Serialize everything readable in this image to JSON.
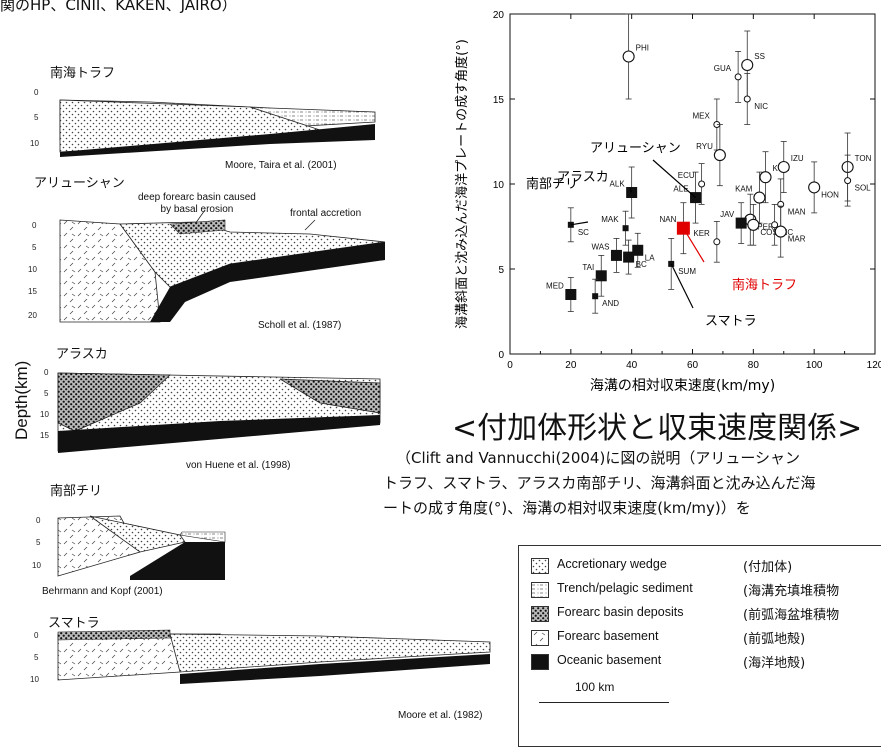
{
  "header_fragment": "関のHP、CINII、KAKEN、JAIRO）",
  "sections": {
    "nankai": {
      "title": "南海トラフ",
      "citation": "Moore, Taira et al. (2001)",
      "ticks": [
        "0",
        "5",
        "10"
      ]
    },
    "aleutian": {
      "title": "アリューシャン",
      "citation": "Scholl et al. (1987)",
      "ticks": [
        "0",
        "5",
        "10",
        "15",
        "20"
      ],
      "annotation_basal": "deep forearc basin caused\nby basal erosion",
      "annotation_frontal": "frontal accretion"
    },
    "alaska": {
      "title": "アラスカ",
      "citation": "von Huene et al. (1998)",
      "ticks": [
        "0",
        "5",
        "10",
        "15"
      ]
    },
    "chile": {
      "title": "南部チリ",
      "citation": "Behrmann and Kopf (2001)",
      "ticks": [
        "0",
        "5",
        "10"
      ]
    },
    "sumatra": {
      "title": "スマトラ",
      "citation": "Moore et al. (1982)",
      "ticks": [
        "0",
        "5",
        "10"
      ]
    }
  },
  "depth_label": "Depth(km)",
  "chart_data": {
    "type": "scatter",
    "xlabel": "海溝の相対収束速度(km/my)",
    "ylabel": "海溝斜面と沈み込んだ海洋プレートの成す角度(°)",
    "xlim": [
      0,
      120
    ],
    "ylim": [
      0,
      20
    ],
    "xticks": [
      "0",
      "20",
      "40",
      "60",
      "80",
      "100",
      "120"
    ],
    "yticks": [
      "0",
      "5",
      "10",
      "15",
      "20"
    ],
    "points": [
      {
        "label": "PHI",
        "x": 39,
        "y": 17.5,
        "err": 2.5,
        "marker": "open-large"
      },
      {
        "label": "SS",
        "x": 78,
        "y": 17,
        "err": 2,
        "marker": "open-large"
      },
      {
        "label": "GUA",
        "x": 75,
        "y": 16.3,
        "err": 1.5,
        "marker": "open-small"
      },
      {
        "label": "NIC",
        "x": 78,
        "y": 15,
        "err": 1.5,
        "marker": "open-small"
      },
      {
        "label": "MEX",
        "x": 68,
        "y": 13.5,
        "err": 1.5,
        "marker": "open-small"
      },
      {
        "label": "RYU",
        "x": 69,
        "y": 11.7,
        "err": 1.8,
        "marker": "open-large"
      },
      {
        "label": "ECU",
        "x": 63,
        "y": 10,
        "err": 1.2,
        "marker": "open-small"
      },
      {
        "label": "ALE",
        "x": 61,
        "y": 9.2,
        "err": 1.5,
        "marker": "filled-large"
      },
      {
        "label": "ALK",
        "x": 40,
        "y": 9.5,
        "err": 1.5,
        "marker": "filled-large"
      },
      {
        "label": "SC",
        "x": 20,
        "y": 7.6,
        "err": 1.0,
        "marker": "filled-small"
      },
      {
        "label": "MAK",
        "x": 38,
        "y": 7.4,
        "err": 1.0,
        "marker": "filled-small"
      },
      {
        "label": "KUR",
        "x": 84,
        "y": 10.4,
        "err": 1.5,
        "marker": "open-large"
      },
      {
        "label": "IZU",
        "x": 90,
        "y": 11,
        "err": 1.5,
        "marker": "open-large"
      },
      {
        "label": "TON",
        "x": 111,
        "y": 11,
        "err": 2,
        "marker": "open-large"
      },
      {
        "label": "SOL",
        "x": 111,
        "y": 10.2,
        "err": 1.5,
        "marker": "open-small"
      },
      {
        "label": "HON",
        "x": 100,
        "y": 9.8,
        "err": 1.5,
        "marker": "open-large"
      },
      {
        "label": "KAM",
        "x": 82,
        "y": 9.2,
        "err": 1.5,
        "marker": "open-large"
      },
      {
        "label": "PER",
        "x": 79,
        "y": 7.9,
        "err": 1.5,
        "marker": "open-large"
      },
      {
        "label": "MAN",
        "x": 89,
        "y": 8.8,
        "err": 1.5,
        "marker": "open-small"
      },
      {
        "label": "JAV",
        "x": 76,
        "y": 7.7,
        "err": 1.2,
        "marker": "filled-large"
      },
      {
        "label": "COS",
        "x": 80,
        "y": 7.6,
        "err": 1.2,
        "marker": "open-large"
      },
      {
        "label": "NC",
        "x": 87,
        "y": 7.6,
        "err": 1.2,
        "marker": "open-small"
      },
      {
        "label": "MAR",
        "x": 89,
        "y": 7.2,
        "err": 1.5,
        "marker": "open-large"
      },
      {
        "label": "KER",
        "x": 68,
        "y": 6.6,
        "err": 1.2,
        "marker": "open-small"
      },
      {
        "label": "NAN",
        "x": 57,
        "y": 7.4,
        "err": 1.5,
        "marker": "red-filled"
      },
      {
        "label": "WAS",
        "x": 35,
        "y": 5.8,
        "err": 1.0,
        "marker": "filled-large"
      },
      {
        "label": "LA",
        "x": 42,
        "y": 6.1,
        "err": 1.0,
        "marker": "filled-large"
      },
      {
        "label": "BC",
        "x": 39,
        "y": 5.7,
        "err": 1.0,
        "marker": "filled-large"
      },
      {
        "label": "TAI",
        "x": 30,
        "y": 4.6,
        "err": 1.2,
        "marker": "filled-large"
      },
      {
        "label": "MED",
        "x": 20,
        "y": 3.5,
        "err": 1.0,
        "marker": "filled-large"
      },
      {
        "label": "AND",
        "x": 28,
        "y": 3.4,
        "err": 1.0,
        "marker": "filled-small"
      },
      {
        "label": "SUM",
        "x": 53,
        "y": 5.3,
        "err": 1.5,
        "marker": "filled-small"
      }
    ],
    "annotations": [
      {
        "text": "アリューシャン",
        "target": "ALE",
        "color": "#000000"
      },
      {
        "text": "アラスカ",
        "target": "ALK",
        "color": "#000000"
      },
      {
        "text": "南部チリ",
        "target": "SC",
        "color": "#000000"
      },
      {
        "text": "南海トラフ",
        "target": "NAN",
        "color": "#e00000"
      },
      {
        "text": "スマトラ",
        "target": "SUM",
        "color": "#000000"
      }
    ]
  },
  "big_title": "<付加体形状と収束速度関係>",
  "caption_lines": [
    "（Clift and Vannucchi(2004)に図の説明（アリューシャン",
    "トラフ、スマトラ、アラスカ南部チリ、海溝斜面と沈み込んだ海",
    "ートの成す角度(°)、海溝の相対収束速度(km/my)）を"
  ],
  "legend": {
    "items": [
      {
        "en": "Accretionary wedge",
        "ja": "(付加体)",
        "swatch": "accretion"
      },
      {
        "en": "Trench/pelagic sediment",
        "ja": "(海溝充填堆積物",
        "swatch": "trench"
      },
      {
        "en": "Forearc basin deposits",
        "ja": "(前弧海盆堆積物",
        "swatch": "basin"
      },
      {
        "en": "Forearc basement",
        "ja": "(前弧地殻)",
        "swatch": "forearc"
      },
      {
        "en": "Oceanic basement",
        "ja": "(海洋地殻)",
        "swatch": "oceanic"
      }
    ],
    "scale_label": "100 km"
  },
  "colors": {
    "highlight": "#e00000",
    "ink": "#111111"
  }
}
